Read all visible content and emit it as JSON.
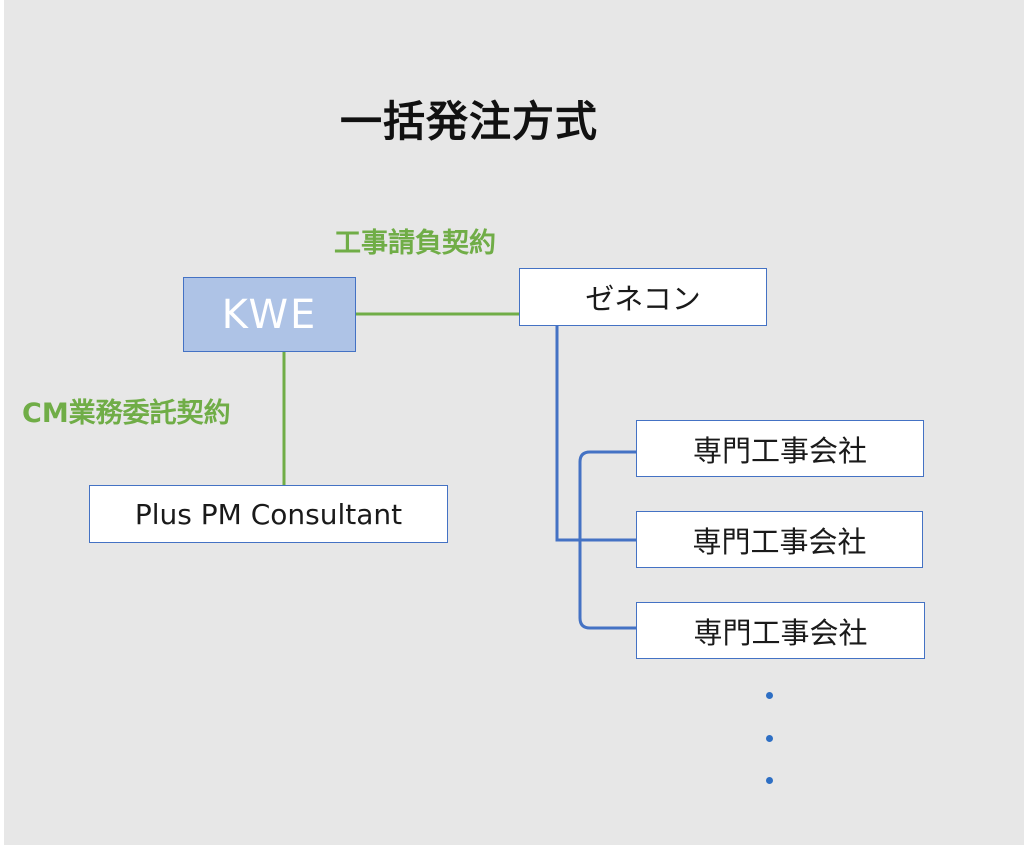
{
  "title": "一括発注方式",
  "labels": {
    "construction_contract": "工事請負契約",
    "cm_contract": "CM業務委託契約"
  },
  "nodes": {
    "kwe": "KWE",
    "general_contractor": "ゼネコン",
    "consultant": "Plus PM Consultant",
    "subcontractors": [
      "専門工事会社",
      "専門工事会社",
      "専門工事会社"
    ]
  },
  "continuation": "・・・",
  "colors": {
    "background": "#e7e7e7",
    "kwe_fill": "#aec3e6",
    "box_border": "#4472c4",
    "green_line": "#70ad47",
    "blue_line": "#4472c4"
  }
}
